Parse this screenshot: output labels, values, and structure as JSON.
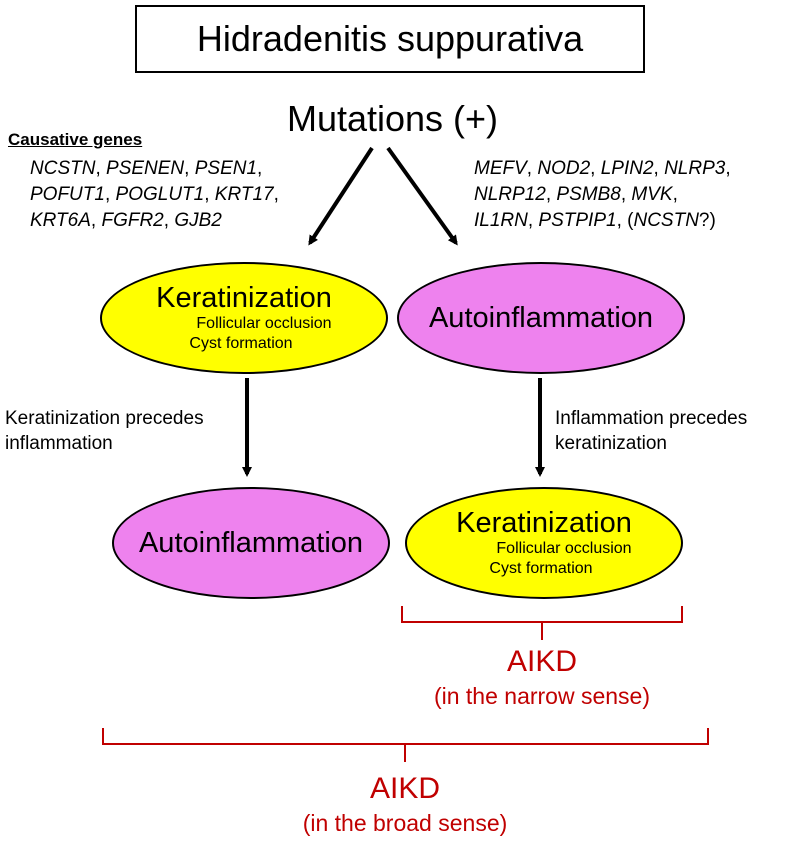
{
  "title": "Hidradenitis suppurativa",
  "mutations": "Mutations (+)",
  "causative_genes": {
    "heading": "Causative genes",
    "left_lines": [
      [
        "NCSTN",
        ", ",
        "PSENEN",
        ", ",
        "PSEN1",
        ","
      ],
      [
        "POFUT1",
        ", ",
        "POGLUT1",
        ", ",
        "KRT17",
        ","
      ],
      [
        "KRT6A",
        ", ",
        "FGFR2",
        ", ",
        "GJB2"
      ]
    ],
    "right_lines": [
      [
        "MEFV",
        ", ",
        "NOD2",
        ", ",
        "LPIN2",
        ", ",
        "NLRP3",
        ","
      ],
      [
        "NLRP12",
        ", ",
        "PSMB8",
        ", ",
        "MVK",
        ","
      ],
      [
        "IL1RN",
        ", ",
        "PSTPIP1",
        ", (",
        "NCSTN",
        "?)"
      ]
    ]
  },
  "left_path": {
    "top": {
      "title": "Keratinization",
      "sub1": "Follicular occlusion",
      "sub2": "Cyst formation"
    },
    "note": [
      "Keratinization precedes",
      "inflammation"
    ],
    "bottom": {
      "title": "Autoinflammation"
    }
  },
  "right_path": {
    "top": {
      "title": "Autoinflammation"
    },
    "note": [
      "Inflammation precedes",
      "keratinization"
    ],
    "bottom": {
      "title": "Keratinization",
      "sub1": "Follicular occlusion",
      "sub2": "Cyst formation"
    }
  },
  "narrow": {
    "label": "AIKD",
    "sense": "(in the narrow sense)"
  },
  "broad": {
    "label": "AIKD",
    "sense": "(in the broad sense)"
  },
  "colors": {
    "keratinization": "#ffff00",
    "autoinflammation": "#ee82ee",
    "aikd": "#c00000"
  }
}
